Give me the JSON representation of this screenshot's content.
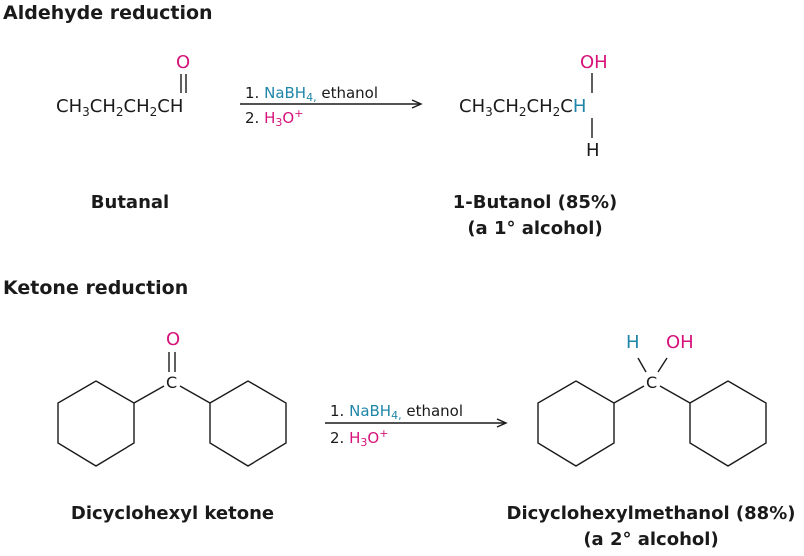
{
  "colors": {
    "oxygen": "#d6137a",
    "hydrogen": "#1f86a8",
    "text": "#1a1a1a"
  },
  "section1": {
    "heading": "Aldehyde reduction",
    "reactant": {
      "c1": "CH",
      "s1": "3",
      "c2": "CH",
      "s2": "2",
      "c3": "CH",
      "s3": "2",
      "c4": "CH",
      "oxygen": "O",
      "name": "Butanal"
    },
    "conditions": {
      "step1_num": "1. ",
      "reagent": "NaBH",
      "reagent_sub": "4,",
      "solvent": " ethanol",
      "step2_num": "2. ",
      "acid": "H",
      "acid_sub": "3",
      "acid_o": "O",
      "acid_sup": "+"
    },
    "product": {
      "c1": "CH",
      "s1": "3",
      "c2": "CH",
      "s2": "2",
      "c3": "CH",
      "s3": "2",
      "c4": "C",
      "new_h": "H",
      "oh": "OH",
      "bottom_h": "H",
      "name": "1-Butanol (85%)",
      "note": "(a 1° alcohol)"
    }
  },
  "section2": {
    "heading": "Ketone reduction",
    "reactant": {
      "carbon": "C",
      "oxygen": "O",
      "name": "Dicyclohexyl ketone"
    },
    "conditions": {
      "step1_num": "1. ",
      "reagent": "NaBH",
      "reagent_sub": "4,",
      "solvent": " ethanol",
      "step2_num": "2. ",
      "acid": "H",
      "acid_sub": "3",
      "acid_o": "O",
      "acid_sup": "+"
    },
    "product": {
      "carbon": "C",
      "h": "H",
      "oh": "OH",
      "name": "Dicyclohexylmethanol (88%)",
      "note": "(a 2° alcohol)"
    }
  }
}
